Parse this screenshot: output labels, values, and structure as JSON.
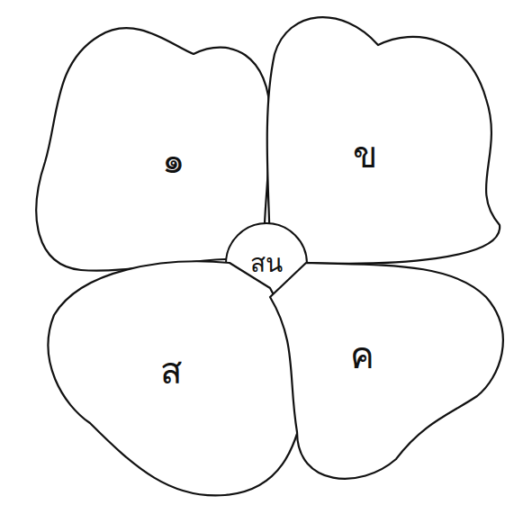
{
  "diagram": {
    "nodes": [
      {
        "text": [
          "๑"
        ]
      },
      {
        "text": [
          "ข"
        ]
      },
      {
        "text": [
          "สน"
        ]
      },
      {
        "text": [
          "ส"
        ]
      },
      {
        "text": [
          "ค"
        ]
      }
    ]
  }
}
